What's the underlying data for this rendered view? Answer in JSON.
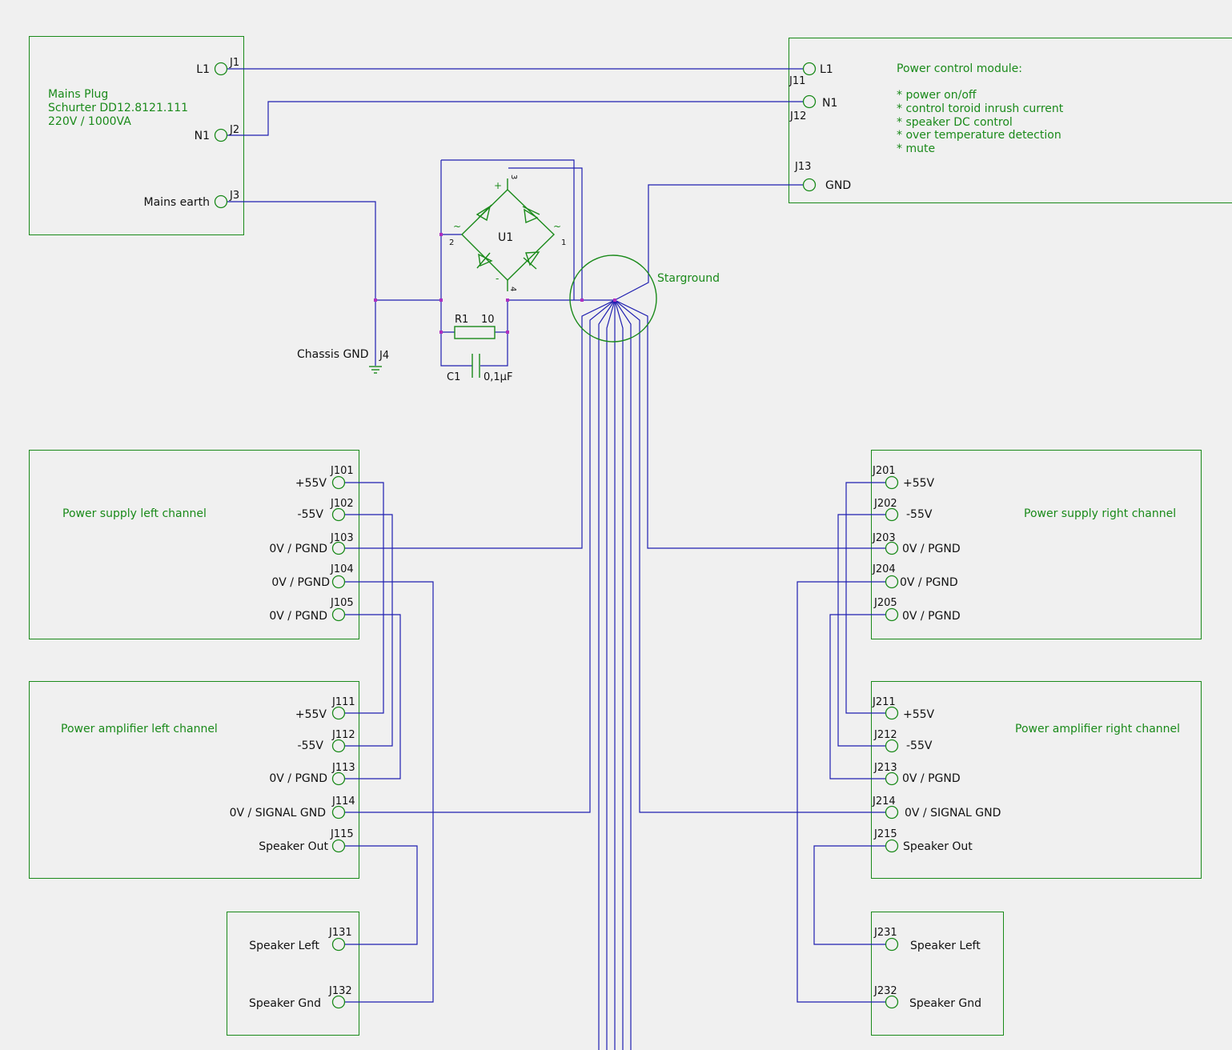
{
  "mains": {
    "title": [
      "Mains Plug",
      "Schurter DD12.8121.111",
      "220V / 1000VA"
    ],
    "pins": [
      {
        "ref": "J1",
        "label": "L1"
      },
      {
        "ref": "J2",
        "label": "N1"
      },
      {
        "ref": "J3",
        "label": "Mains earth"
      }
    ]
  },
  "power_control": {
    "title": "Power control module:",
    "features": [
      "* power on/off",
      "* control toroid inrush current",
      "* speaker DC control",
      "* over temperature detection",
      "* mute"
    ],
    "pins": [
      {
        "ref": "J11",
        "label": "L1"
      },
      {
        "ref": "J12",
        "label": "N1"
      },
      {
        "ref": "J13",
        "label": "GND"
      }
    ]
  },
  "ground_network": {
    "bridge_ref": "U1",
    "bridge_pins": {
      "p1": "1",
      "p2": "2",
      "p3": "3",
      "p4": "4",
      "plus": "+",
      "minus": "-",
      "ac1": "~",
      "ac2": "~"
    },
    "resistor_ref": "R1",
    "resistor_value": "10",
    "cap_ref": "C1",
    "cap_value": "0,1µF",
    "chassis_label": "Chassis GND",
    "chassis_ref": "J4",
    "starground_label": "Starground"
  },
  "ps_left": {
    "title": "Power supply left channel",
    "pins": [
      {
        "ref": "J101",
        "label": "+55V"
      },
      {
        "ref": "J102",
        "label": "-55V"
      },
      {
        "ref": "J103",
        "label": "0V / PGND"
      },
      {
        "ref": "J104",
        "label": "0V / PGND"
      },
      {
        "ref": "J105",
        "label": "0V / PGND"
      }
    ]
  },
  "ps_right": {
    "title": "Power supply right channel",
    "pins": [
      {
        "ref": "J201",
        "label": "+55V"
      },
      {
        "ref": "J202",
        "label": "-55V"
      },
      {
        "ref": "J203",
        "label": "0V / PGND"
      },
      {
        "ref": "J204",
        "label": "0V / PGND"
      },
      {
        "ref": "J205",
        "label": "0V / PGND"
      }
    ]
  },
  "amp_left": {
    "title": "Power amplifier left channel",
    "pins": [
      {
        "ref": "J111",
        "label": "+55V"
      },
      {
        "ref": "J112",
        "label": "-55V"
      },
      {
        "ref": "J113",
        "label": "0V / PGND"
      },
      {
        "ref": "J114",
        "label": "0V / SIGNAL GND"
      },
      {
        "ref": "J115",
        "label": "Speaker Out"
      }
    ]
  },
  "amp_right": {
    "title": "Power amplifier right channel",
    "pins": [
      {
        "ref": "J211",
        "label": "+55V"
      },
      {
        "ref": "J212",
        "label": "-55V"
      },
      {
        "ref": "J213",
        "label": "0V / PGND"
      },
      {
        "ref": "J214",
        "label": "0V / SIGNAL GND"
      },
      {
        "ref": "J215",
        "label": "Speaker Out"
      }
    ]
  },
  "spk_left": {
    "pins": [
      {
        "ref": "J131",
        "label": "Speaker Left"
      },
      {
        "ref": "J132",
        "label": "Speaker Gnd"
      }
    ]
  },
  "spk_right": {
    "pins": [
      {
        "ref": "J231",
        "label": "Speaker Left"
      },
      {
        "ref": "J232",
        "label": "Speaker Gnd"
      }
    ]
  }
}
